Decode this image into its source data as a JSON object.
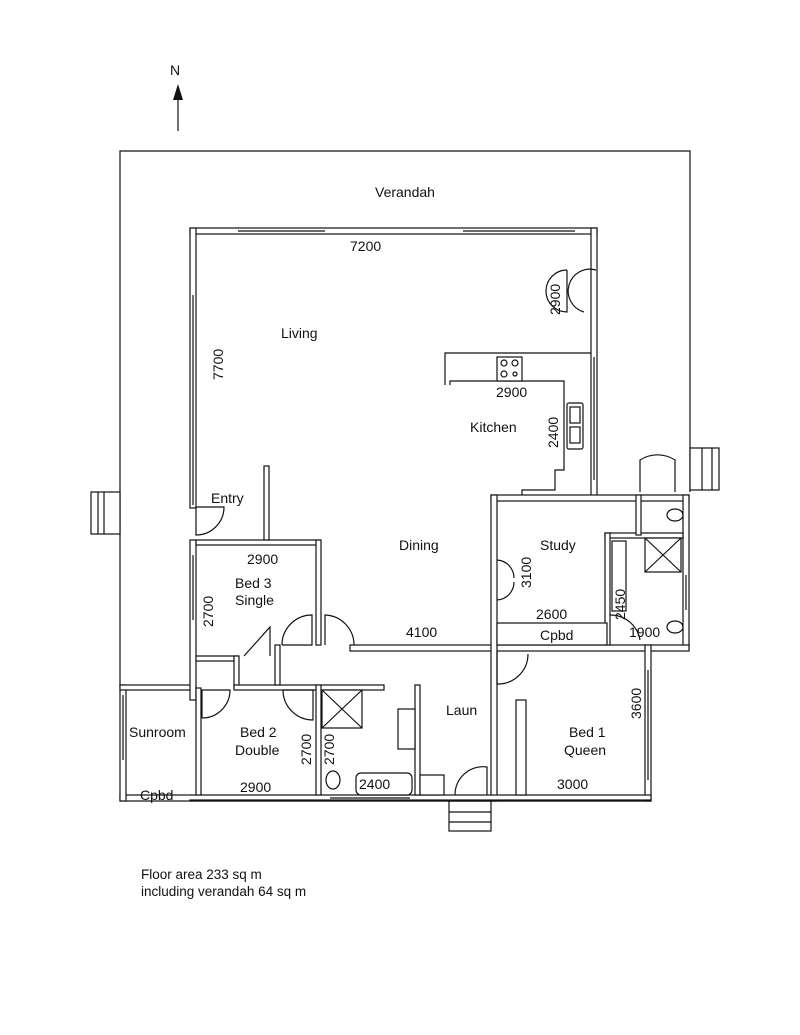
{
  "north_label": "N",
  "rooms": {
    "verandah": "Verandah",
    "living": "Living",
    "kitchen": "Kitchen",
    "entry": "Entry",
    "dining": "Dining",
    "study": "Study",
    "study_cpbd": "Cpbd",
    "bed3_line1": "Bed 3",
    "bed3_line2": "Single",
    "bed2_line1": "Bed 2",
    "bed2_line2": "Double",
    "bed1_line1": "Bed 1",
    "bed1_line2": "Queen",
    "sunroom": "Sunroom",
    "sunroom_cpbd": "Cpbd",
    "laun": "Laun"
  },
  "dimensions": {
    "living_width": "7200",
    "living_depth": "7700",
    "door_2900": "2900",
    "kitchen_width": "2900",
    "kitchen_depth": "2400",
    "study_depth": "3100",
    "study_width": "2600",
    "dining_width": "4100",
    "bath_depth": "2450",
    "bath_width": "1900",
    "bed3_width": "2900",
    "bed3_depth": "2700",
    "bed2_depth": "2700",
    "bed2_width": "2900",
    "bathroom_depth": "2700",
    "bath_tub": "2400",
    "bed1_depth": "3600",
    "bed1_width": "3000"
  },
  "notes": {
    "floor_area": "Floor area 233 sq m",
    "verandah_area": "including verandah 64 sq m"
  }
}
